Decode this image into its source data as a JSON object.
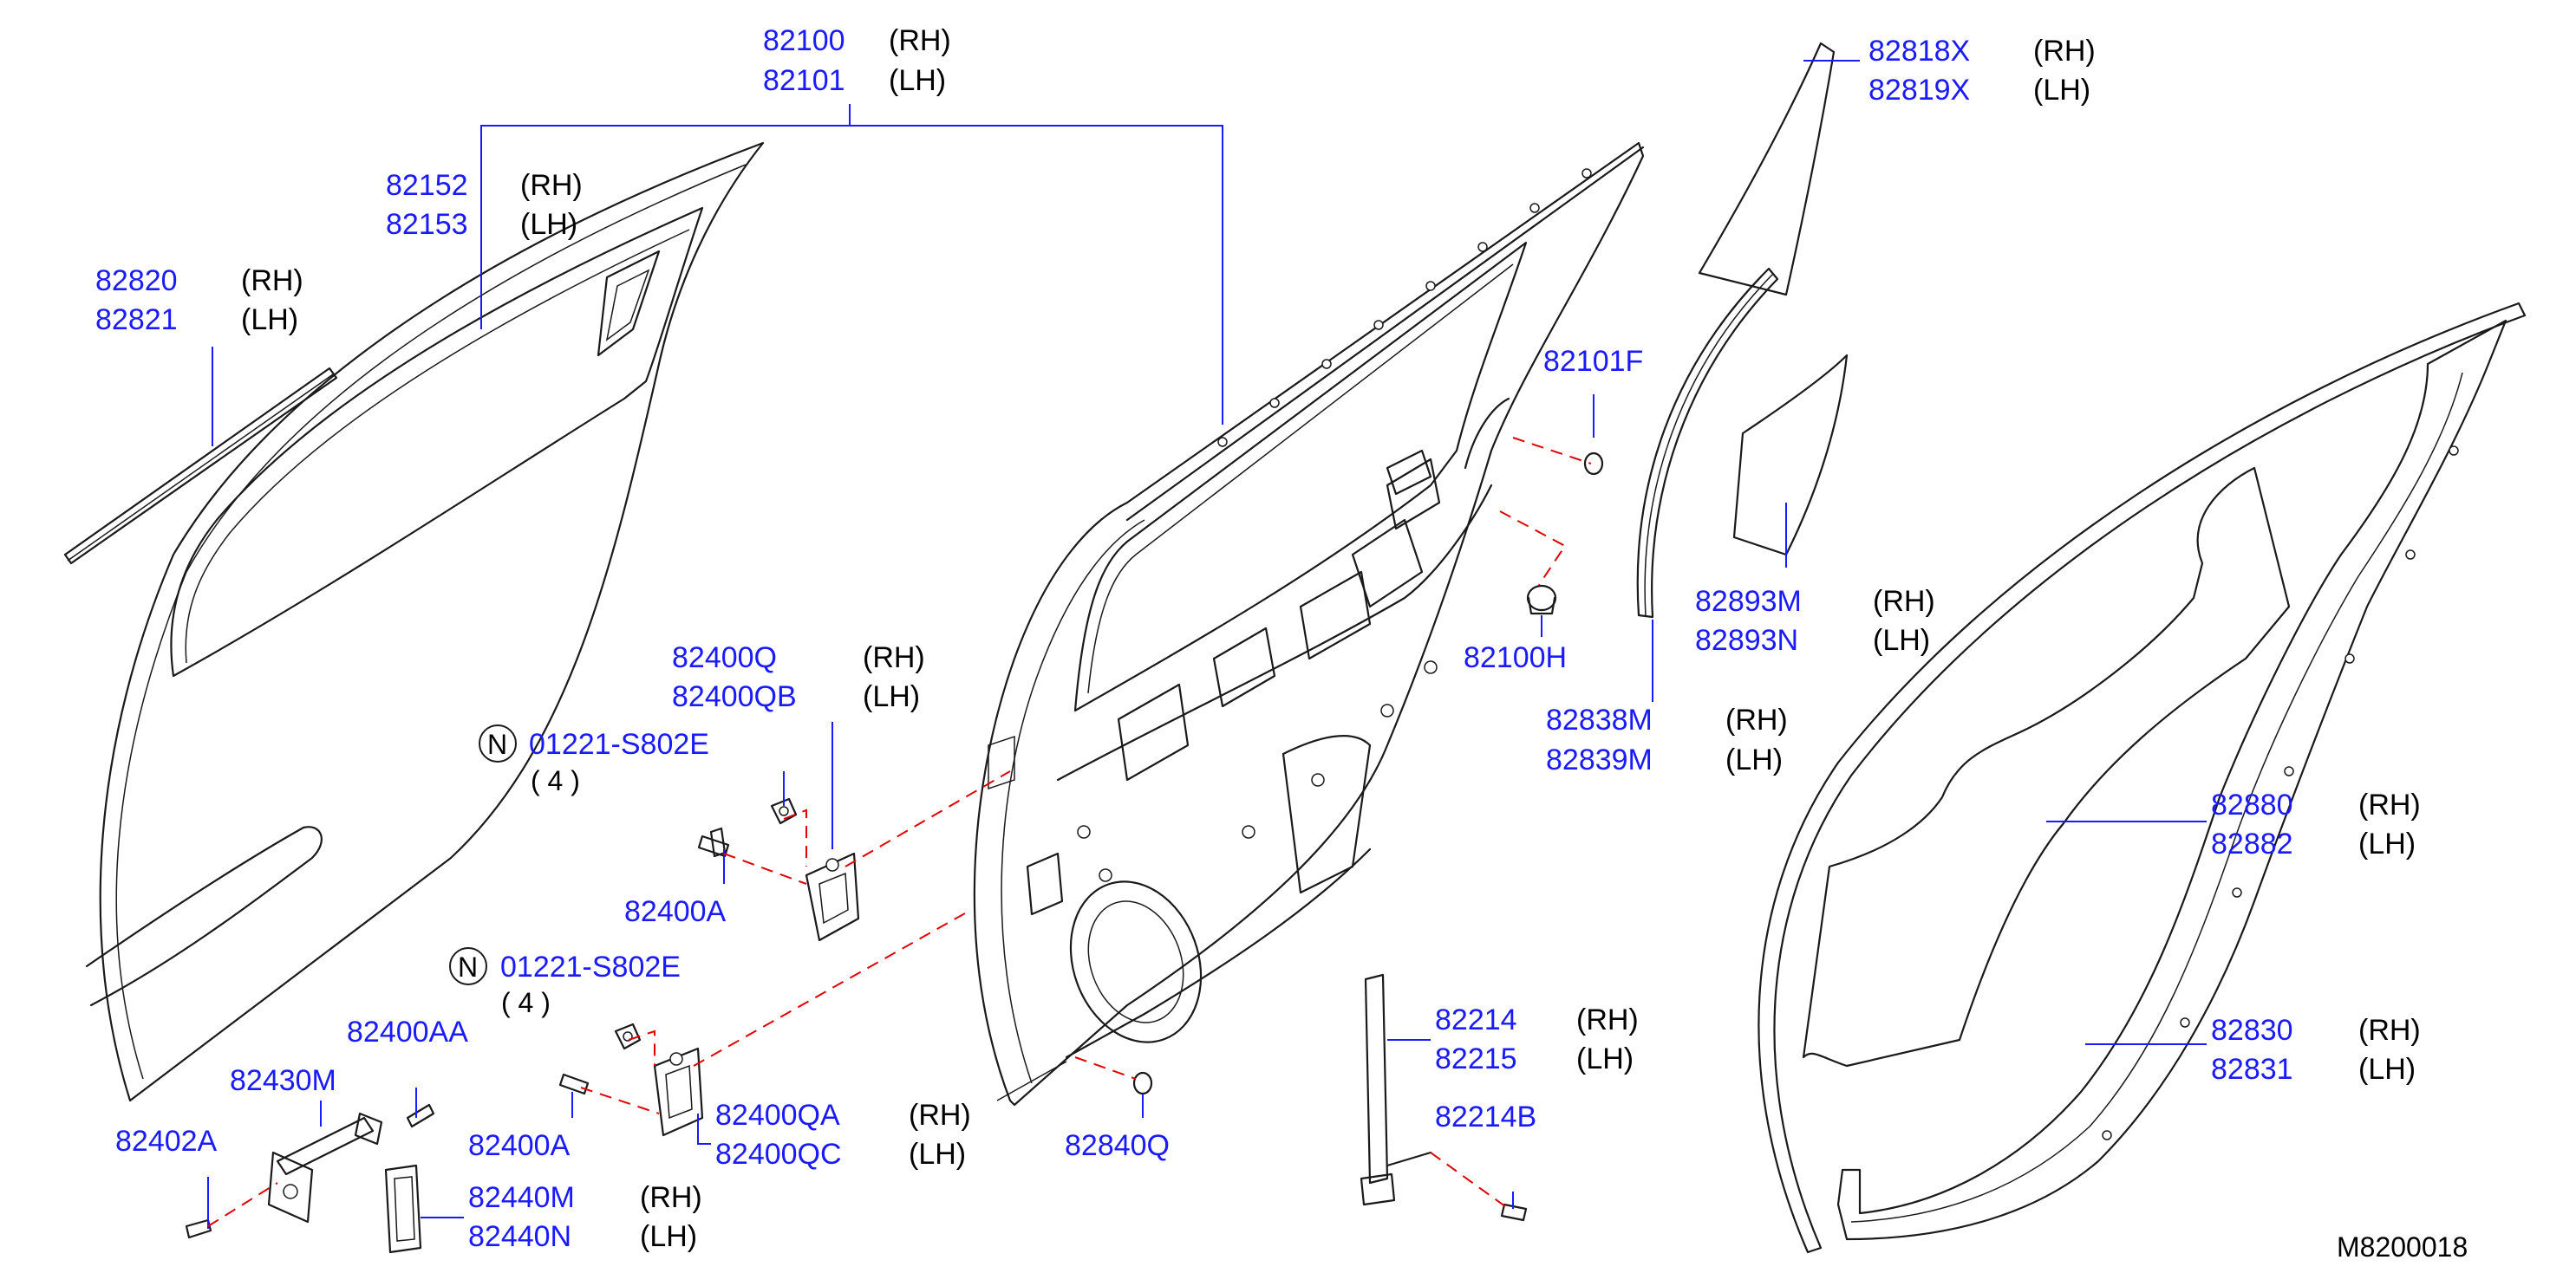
{
  "colors": {
    "label": "#1a1aff",
    "drawing": "#1a1a1a",
    "fastener_line": "#e00000",
    "side_text": "#000000"
  },
  "labels": {
    "door_rh": "82100",
    "door_rh_side": "(RH)",
    "door_lh": "82101",
    "door_lh_side": "(LH)",
    "outer_rh": "82152",
    "outer_rh_side": "(RH)",
    "outer_lh": "82153",
    "outer_lh_side": "(LH)",
    "mold_rh": "82820",
    "mold_rh_side": "(RH)",
    "mold_lh": "82821",
    "mold_lh_side": "(LH)",
    "hinge_up_rh": "82400Q",
    "hinge_up_rh_side": "(RH)",
    "hinge_up_lh": "82400QB",
    "hinge_up_lh_side": "(LH)",
    "bolt_n1_mark": "N",
    "bolt_n1": "01221-S802E",
    "bolt_n1_qty": "( 4 )",
    "bolt_n2_mark": "N",
    "bolt_n2": "01221-S802E",
    "bolt_n2_qty": "( 4 )",
    "bolt_a1": "82400A",
    "bolt_a2": "82400A",
    "bolt_aa": "82400AA",
    "check_link": "82430M",
    "check_bolt": "82402A",
    "hinge_lo_rh": "82400QA",
    "hinge_lo_rh_side": "(RH)",
    "hinge_lo_lh": "82400QC",
    "hinge_lo_lh_side": "(LH)",
    "cover_rh": "82440M",
    "cover_rh_side": "(RH)",
    "cover_lh": "82440N",
    "cover_lh_side": "(LH)",
    "plug_840q": "82840Q",
    "sash_rh": "82818X",
    "sash_rh_side": "(RH)",
    "sash_lh": "82819X",
    "sash_lh_side": "(LH)",
    "plug_101f": "82101F",
    "plug_100h": "82100H",
    "seal_rh": "82838M",
    "seal_rh_side": "(RH)",
    "seal_lh": "82839M",
    "seal_lh_side": "(LH)",
    "film_rh": "82893M",
    "film_rh_side": "(RH)",
    "film_lh": "82893N",
    "film_lh_side": "(LH)",
    "screen_rh": "82880",
    "screen_rh_side": "(RH)",
    "screen_lh": "82882",
    "screen_lh_side": "(LH)",
    "weather_rh": "82830",
    "weather_rh_side": "(RH)",
    "weather_lh": "82831",
    "weather_lh_side": "(LH)",
    "chan_rh": "82214",
    "chan_rh_side": "(RH)",
    "chan_lh": "82215",
    "chan_lh_side": "(LH)",
    "chan_b": "82214B",
    "ref_code": "M8200018"
  },
  "parts": {
    "outer_panel": "outer-panel",
    "outside_molding": "outside-molding",
    "door_shell": "door-shell",
    "upper_hinge": "upper-hinge",
    "lower_hinge": "lower-hinge",
    "check_link": "door-check-link",
    "hinge_cover": "hinge-cover",
    "sash_trim": "sash-trim",
    "glass_run_seal": "glass-run-seal",
    "film": "protective-film",
    "sealing_screen": "sealing-screen",
    "weatherstrip": "door-weatherstrip",
    "sash_channel": "sash-channel"
  }
}
